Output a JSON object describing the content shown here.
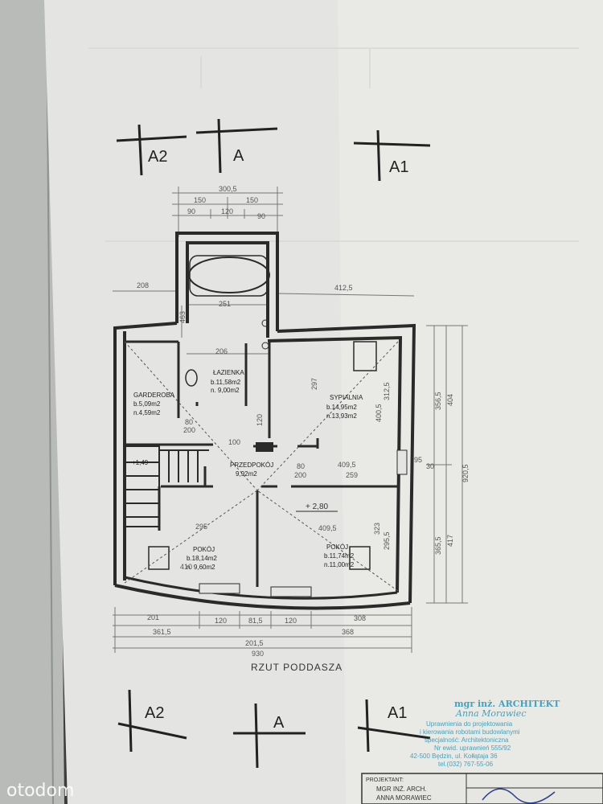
{
  "axes_top": {
    "a2": "A2",
    "a": "A",
    "a1": "A1"
  },
  "axes_bottom": {
    "a2": "A2",
    "a": "A",
    "a1": "A1"
  },
  "top_dims": {
    "total": "300,5",
    "left": "150",
    "right": "150",
    "d90l": "90",
    "d120": "120",
    "d90r": "90"
  },
  "side_dims": {
    "left_208": "208",
    "right_4125": "412,5",
    "d251": "251",
    "d206": "206",
    "d463": "463"
  },
  "rooms": {
    "lazienka": {
      "name": "ŁAZIENKA",
      "b": "b.11,58m2",
      "n": "n. 9,00m2"
    },
    "garderoba": {
      "name": "GARDEROBA",
      "b": "b.5,09m2",
      "n": "n.4,59m2"
    },
    "sypialnia": {
      "name": "SYPIALNIA",
      "b": "b.14,95m2",
      "n": "n.13,93m2"
    },
    "przedpokoj": {
      "name": "PRZEDPOKÓJ",
      "n": "9,92m2"
    },
    "pokoj_left": {
      "name": "POKÓJ",
      "b": "b.18,14m2",
      "n": "n. 9,60m2"
    },
    "pokoj_right": {
      "name": "POKÓJ",
      "b": "b.11,74m2",
      "n": "n.11,00m2"
    }
  },
  "inner_dims": {
    "d80a": "80",
    "d200a": "200",
    "d100": "100",
    "d120": "120",
    "d297": "297",
    "d80b": "80",
    "d200b": "200",
    "d4095a": "409,5",
    "d259": "259",
    "d295": "295",
    "d4095b": "409,5",
    "d3125": "312,5",
    "d4005": "400,5",
    "d3235": "323",
    "d2955": "295,5"
  },
  "levels": {
    "stairs": "+1,49",
    "room": "+ 2,80"
  },
  "right_dims": {
    "d3565": "356,5",
    "d404": "404",
    "d417": "417",
    "d3655": "365,5",
    "d9205": "920,5",
    "d30": "30",
    "d95": "95"
  },
  "bottom_dims": {
    "d201": "201",
    "d120a": "120",
    "d815": "81,5",
    "d120b": "120",
    "d308": "308",
    "d3615": "361,5",
    "d2015": "201,5",
    "d368": "368",
    "d930": "930",
    "d410": "410"
  },
  "plan_title": "RZUT PODDASZA",
  "stamp": {
    "title": "mgr inż. ARCHITEKT",
    "name": "Anna Morawiec",
    "l1": "Uprawnienia do projektowania",
    "l2": "i kierowania robotami budowlanymi",
    "l3": "specjalność: Architektoniczna",
    "l4": "Nr ewid. uprawnień 555/92",
    "l5": "42-500 Będzin, ul. Kołłątaja 36",
    "l6": "tel.(032) 767-55-06"
  },
  "titleblock": {
    "role": "PROJEKTANT:",
    "line1": "MGR INŻ. ARCH.",
    "line2": "ANNA MORAWIEC"
  },
  "watermark": "otodom"
}
